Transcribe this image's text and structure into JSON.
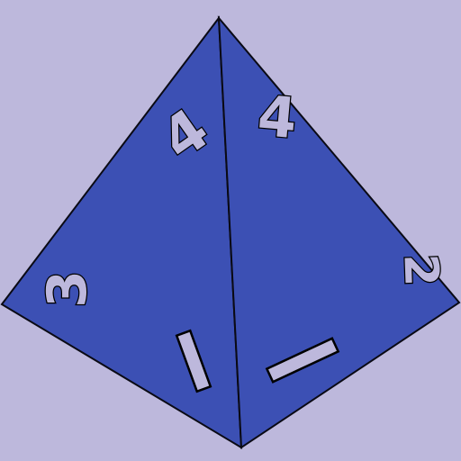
{
  "colors": {
    "background": "#bdb8dc",
    "die_face": "#3c50b4",
    "outline": "#0a0a14",
    "numeral_fill": "#bdb8dc",
    "numeral_stroke": "#000000"
  },
  "die": {
    "numerals": {
      "top_left": "4",
      "top_right": "4",
      "left": "3",
      "right": "2",
      "bottom_left": "1",
      "bottom_right": "1"
    }
  }
}
